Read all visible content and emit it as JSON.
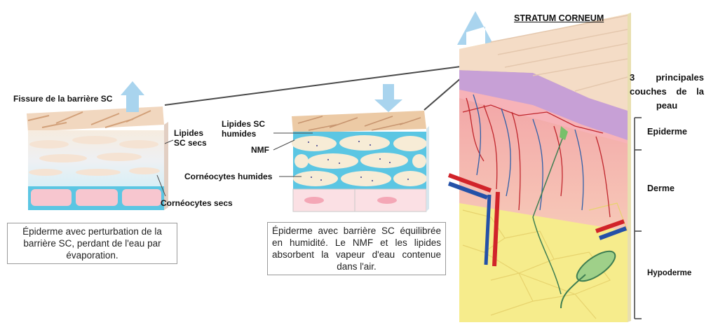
{
  "left_panel": {
    "fissure_label": "Fissure de la barrière SC",
    "lipides_secs_label_line1": "Lipides",
    "lipides_secs_label_line2": "SC secs",
    "corneocytes_secs_label": "Cornéocytes secs",
    "caption": "Épiderme avec perturbation de la barrière SC, perdant de l'eau par évaporation."
  },
  "middle_panel": {
    "lipides_humides_line1": "Lipides SC",
    "lipides_humides_line2": "humides",
    "nmf_label": "NMF",
    "corneocytes_humides_label": "Cornéocytes humides",
    "caption": "Épiderme avec barrière SC équilibrée en humidité. Le NMF et les lipides absorbent la vapeur d'eau contenue dans l'air."
  },
  "right_panel": {
    "title": "STRATUM CORNEUM",
    "couches_label": "3 principales couches de la peau",
    "layers": [
      "Epiderme",
      "Derme",
      "Hypoderme"
    ]
  },
  "colors": {
    "arrow_blue": "#a9d4ee",
    "water_blue": "#5bc6e3",
    "cell_cream": "#f7ecd6",
    "cell_pink": "#f7c6cf",
    "dermis_pink": "#f2a3a6",
    "hypoderm_yellow": "#f6ec8c",
    "stratum_tan": "#f4dcc6",
    "lipid_purple": "#c7a0d6"
  }
}
